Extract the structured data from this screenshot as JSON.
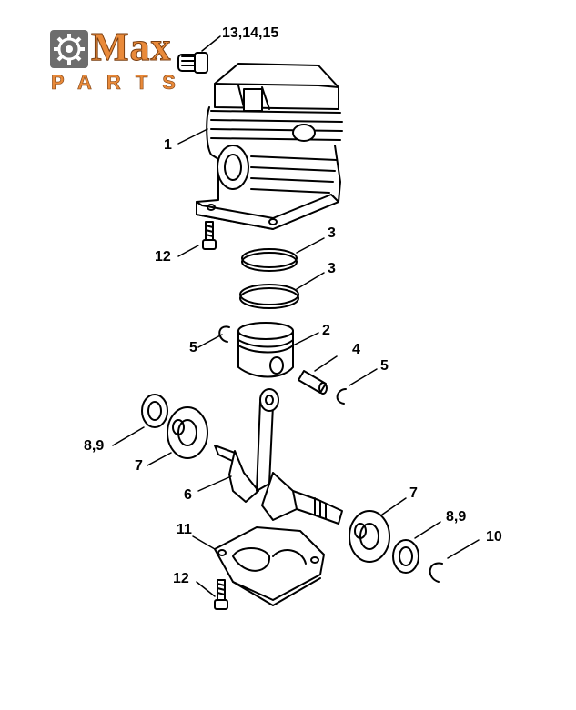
{
  "logo": {
    "word": "Max",
    "sub": "PARTS",
    "icon": "gear-icon"
  },
  "callouts": [
    {
      "id": "c-13",
      "text": "13,14,15"
    },
    {
      "id": "c-1",
      "text": "1"
    },
    {
      "id": "c-3a",
      "text": "3"
    },
    {
      "id": "c-12a",
      "text": "12"
    },
    {
      "id": "c-3b",
      "text": "3"
    },
    {
      "id": "c-2",
      "text": "2"
    },
    {
      "id": "c-5a",
      "text": "5"
    },
    {
      "id": "c-4",
      "text": "4"
    },
    {
      "id": "c-5b",
      "text": "5"
    },
    {
      "id": "c-89a",
      "text": "8,9"
    },
    {
      "id": "c-7a",
      "text": "7"
    },
    {
      "id": "c-6",
      "text": "6"
    },
    {
      "id": "c-7b",
      "text": "7"
    },
    {
      "id": "c-89b",
      "text": "8,9"
    },
    {
      "id": "c-11",
      "text": "11"
    },
    {
      "id": "c-10",
      "text": "10"
    },
    {
      "id": "c-12b",
      "text": "12"
    }
  ]
}
